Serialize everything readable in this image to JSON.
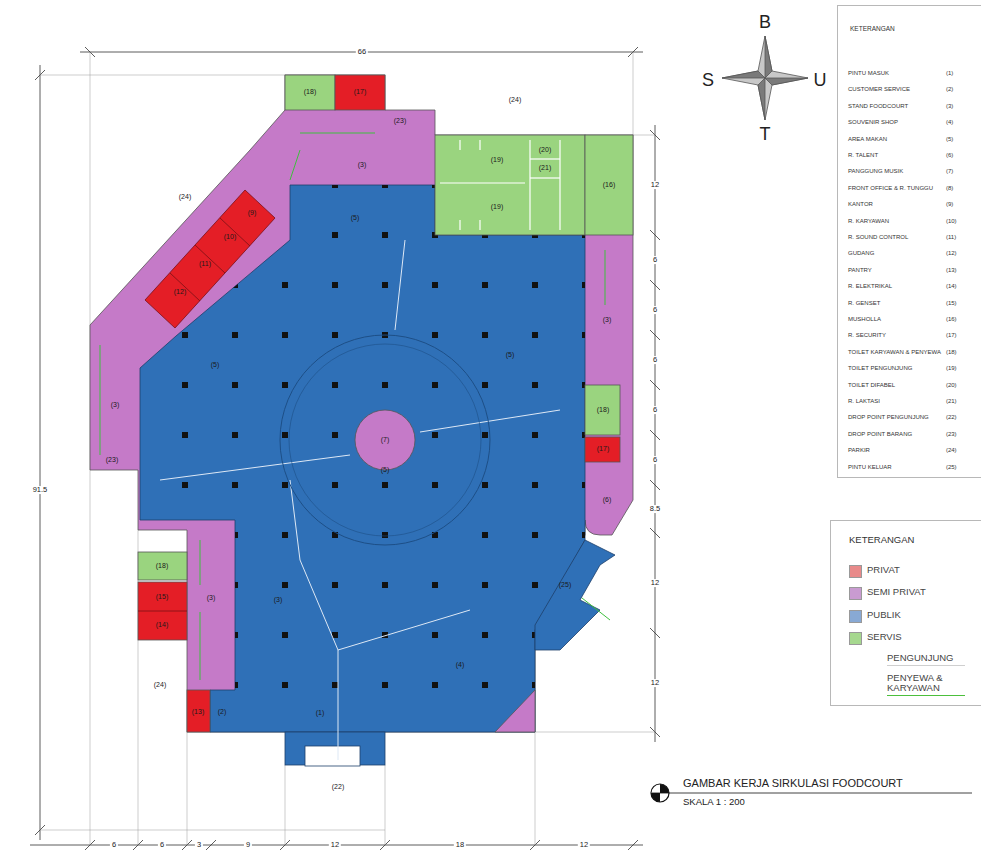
{
  "diagram": {
    "title": "GAMBAR KERJA SIRKULASI FOODCOURT",
    "caption": "SKALA 1 : 200",
    "nodes": [
      {
        "text": [
          "KETERANGAN",
          "PINTU MASUK",
          "(1)",
          "CUSTOMER SERVICE",
          "(2)",
          "STAND FOODCOURT",
          "(3)",
          "SOUVENIR SHOP",
          "(4)",
          "AREA MAKAN",
          "(5)",
          "R. TALENT",
          "(6)",
          "PANGGUNG MUSIK",
          "(7)",
          "FRONT OFFICE & R. TUNGGU",
          "(8)",
          "KANTOR",
          "(9)",
          "R. KARYAWAN",
          "(10)",
          "R. SOUND CONTROL",
          "(11)",
          "GUDANG",
          "(12)",
          "PANTRY",
          "(13)",
          "R. ELEKTRIKAL",
          "(14)",
          "R. GENSET",
          "(15)",
          "MUSHOLLA",
          "(16)",
          "R. SECURITY",
          "(17)",
          "TOILET KARYAWAN & PENYEWA",
          "(18)",
          "TOILET PENGUNJUNG",
          "(19)",
          "TOILET DIFABEL",
          "(20)",
          "R. LAKTASI",
          "(21)",
          "DROP POINT PENGUNJUNG",
          "(22)",
          "DROP POINT BARANG",
          "(23)",
          "PARKIR",
          "(24)",
          "PINTU KELUAR",
          "(25)"
        ]
      },
      {
        "text": [
          "KETERANGAN"
        ]
      }
    ],
    "labels": [
      "B",
      "S",
      "U",
      "T",
      "66",
      "91.5",
      "6",
      "6",
      "3",
      "9",
      "12",
      "18",
      "12",
      "12",
      "6",
      "6",
      "6",
      "6",
      "6",
      "8.5",
      "12",
      "12",
      "(18)",
      "(17)",
      "(23)",
      "(24)",
      "(3)",
      "(5)",
      "(19)",
      "(20)",
      "(21)",
      "(19)",
      "(16)",
      "(24)",
      "(9)",
      "(10)",
      "(11)",
      "(12)",
      "(3)",
      "(5)",
      "(18)",
      "(17)",
      "(6)",
      "(7)",
      "(5)",
      "(5)",
      "(3)",
      "(23)",
      "(18)",
      "(15)",
      "(14)",
      "(3)",
      "(3)",
      "(24)",
      "(13)",
      "(2)",
      "(1)",
      "(4)",
      "(25)",
      "(22)"
    ],
    "legend": [
      {
        "text": "PRIVAT",
        "color": "#e88a8a"
      },
      {
        "text": "SEMI PRIVAT",
        "color": "#c99bd1"
      },
      {
        "text": "PUBLIK",
        "color": "#88a9d4"
      },
      {
        "text": "SERVIS",
        "color": "#a6d88f"
      },
      {
        "text": "PENGUNJUNG"
      },
      {
        "text": "PENYEWA & KARYAWAN"
      }
    ]
  }
}
